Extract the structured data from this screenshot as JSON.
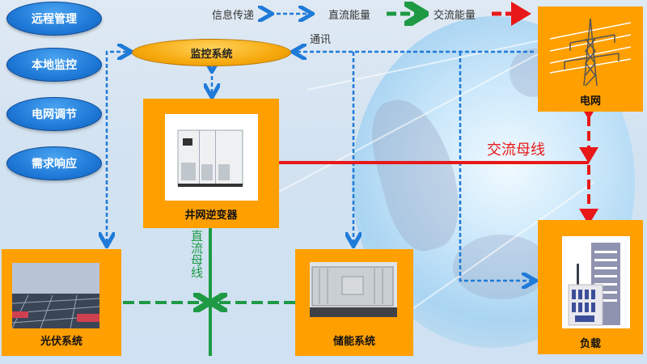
{
  "legend": {
    "info_label": "信息传递",
    "dc_label": "直流能量",
    "ac_label": "交流能量",
    "colors": {
      "info": "#1f7ad8",
      "dc": "#1e9a44",
      "ac": "#e81818"
    }
  },
  "functions": [
    {
      "label": "远程管理"
    },
    {
      "label": "本地监控"
    },
    {
      "label": "电网调节"
    },
    {
      "label": "需求响应"
    }
  ],
  "monitor": {
    "label": "监控系统"
  },
  "comm_label": "通讯",
  "nodes": {
    "inverter": {
      "label": "井网逆变器",
      "icon": "inverter-cabinet-icon"
    },
    "grid": {
      "label": "电网",
      "icon": "power-tower-icon"
    },
    "pv": {
      "label": "光伏系统",
      "icon": "solar-panels-icon"
    },
    "storage": {
      "label": "储能系统",
      "icon": "container-icon"
    },
    "load": {
      "label": "负载",
      "icon": "building-icon"
    }
  },
  "buses": {
    "ac_bus": "交流母线",
    "dc_bus": "直流母线"
  },
  "colors": {
    "node": "#ff9f00",
    "pill": "#1f7ad8",
    "monitor": "#f6a90d"
  }
}
